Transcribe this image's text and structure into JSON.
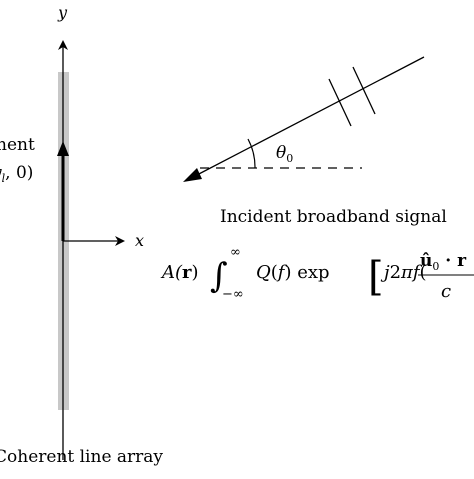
{
  "axes": {
    "y_label": "y",
    "x_label": "x"
  },
  "element": {
    "label_line1": "nent",
    "label_line2": "y",
    "label_subscript": "l",
    "label_line2_tail": ", 0)"
  },
  "incident": {
    "angle_label": "θ",
    "angle_subscript": "0",
    "caption": "Incident broadband signal",
    "formula_A": "A(",
    "formula_r": "r",
    "formula_A_close": ")",
    "integral_upper": "∞",
    "integral_lower": "−∞",
    "formula_Q": "Q(f) exp",
    "formula_j": "j2πf(",
    "numerator_u": "û",
    "numerator_u_sub": "0",
    "numerator_dot": " · r",
    "denominator": "c"
  },
  "array": {
    "caption": "Coherent line array"
  },
  "colors": {
    "array_band": "#c8c8c8",
    "lines": "#000000"
  }
}
